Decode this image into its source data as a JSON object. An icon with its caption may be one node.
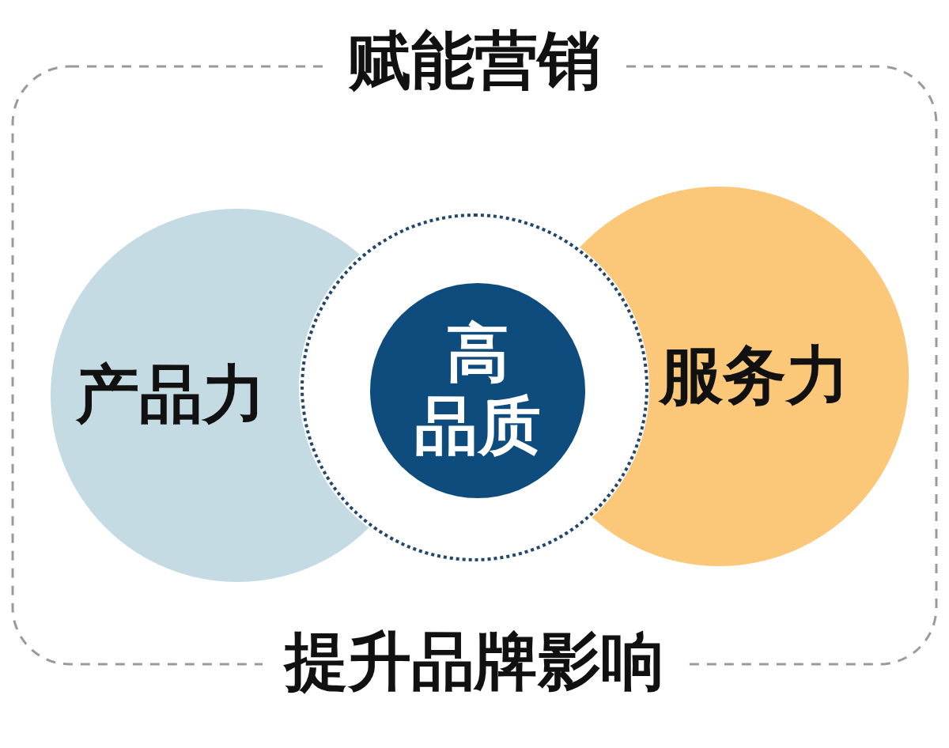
{
  "diagram": {
    "title": "赋能营销",
    "nodes": [
      {
        "text": [
          "产品力"
        ]
      },
      {
        "text": [],
        "shape": "circle"
      },
      {
        "text": [
          "高品质"
        ],
        "in": 1
      },
      {
        "text": [
          "服务力"
        ]
      }
    ],
    "labels": [
      "提升品牌影响"
    ]
  }
}
